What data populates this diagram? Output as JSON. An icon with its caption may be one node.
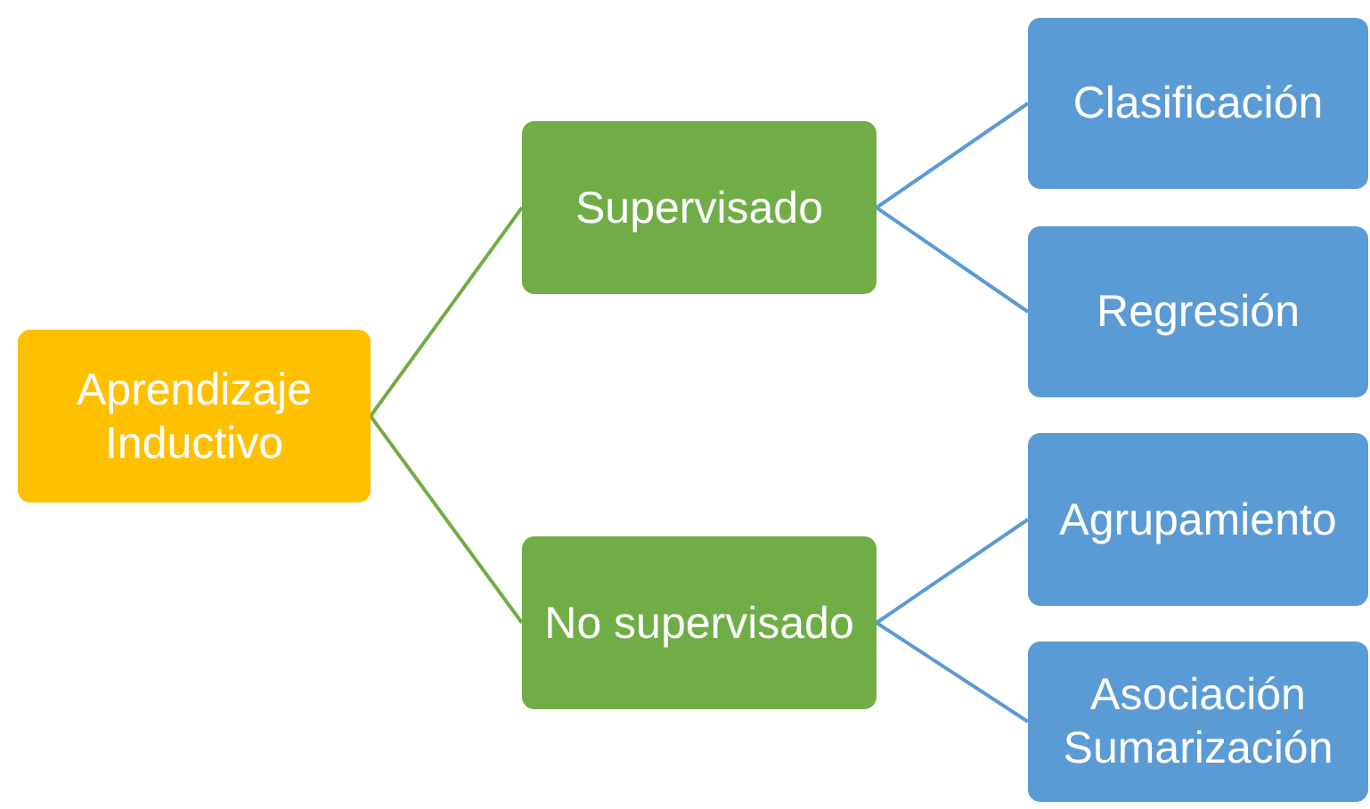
{
  "diagram": {
    "nodes": [
      {
        "text": [
          "Aprendizaje Inductivo"
        ]
      },
      {
        "text": [
          "Supervisado"
        ]
      },
      {
        "text": [
          "No supervisado"
        ]
      },
      {
        "text": [
          "Clasificación"
        ]
      },
      {
        "text": [
          "Regresión"
        ]
      },
      {
        "text": [
          "Agrupamiento"
        ]
      },
      {
        "text": [
          "Asociación Sumarización"
        ]
      }
    ],
    "edges": [
      {
        "from": 0,
        "to": 1,
        "arrow": "none",
        "color": "#70ad47"
      },
      {
        "from": 0,
        "to": 2,
        "arrow": "none",
        "color": "#70ad47"
      },
      {
        "from": 1,
        "to": 3,
        "arrow": "none"
      },
      {
        "from": 1,
        "to": 4,
        "arrow": "none"
      },
      {
        "from": 2,
        "to": 5,
        "arrow": "none"
      },
      {
        "from": 2,
        "to": 6,
        "arrow": "none"
      }
    ]
  }
}
